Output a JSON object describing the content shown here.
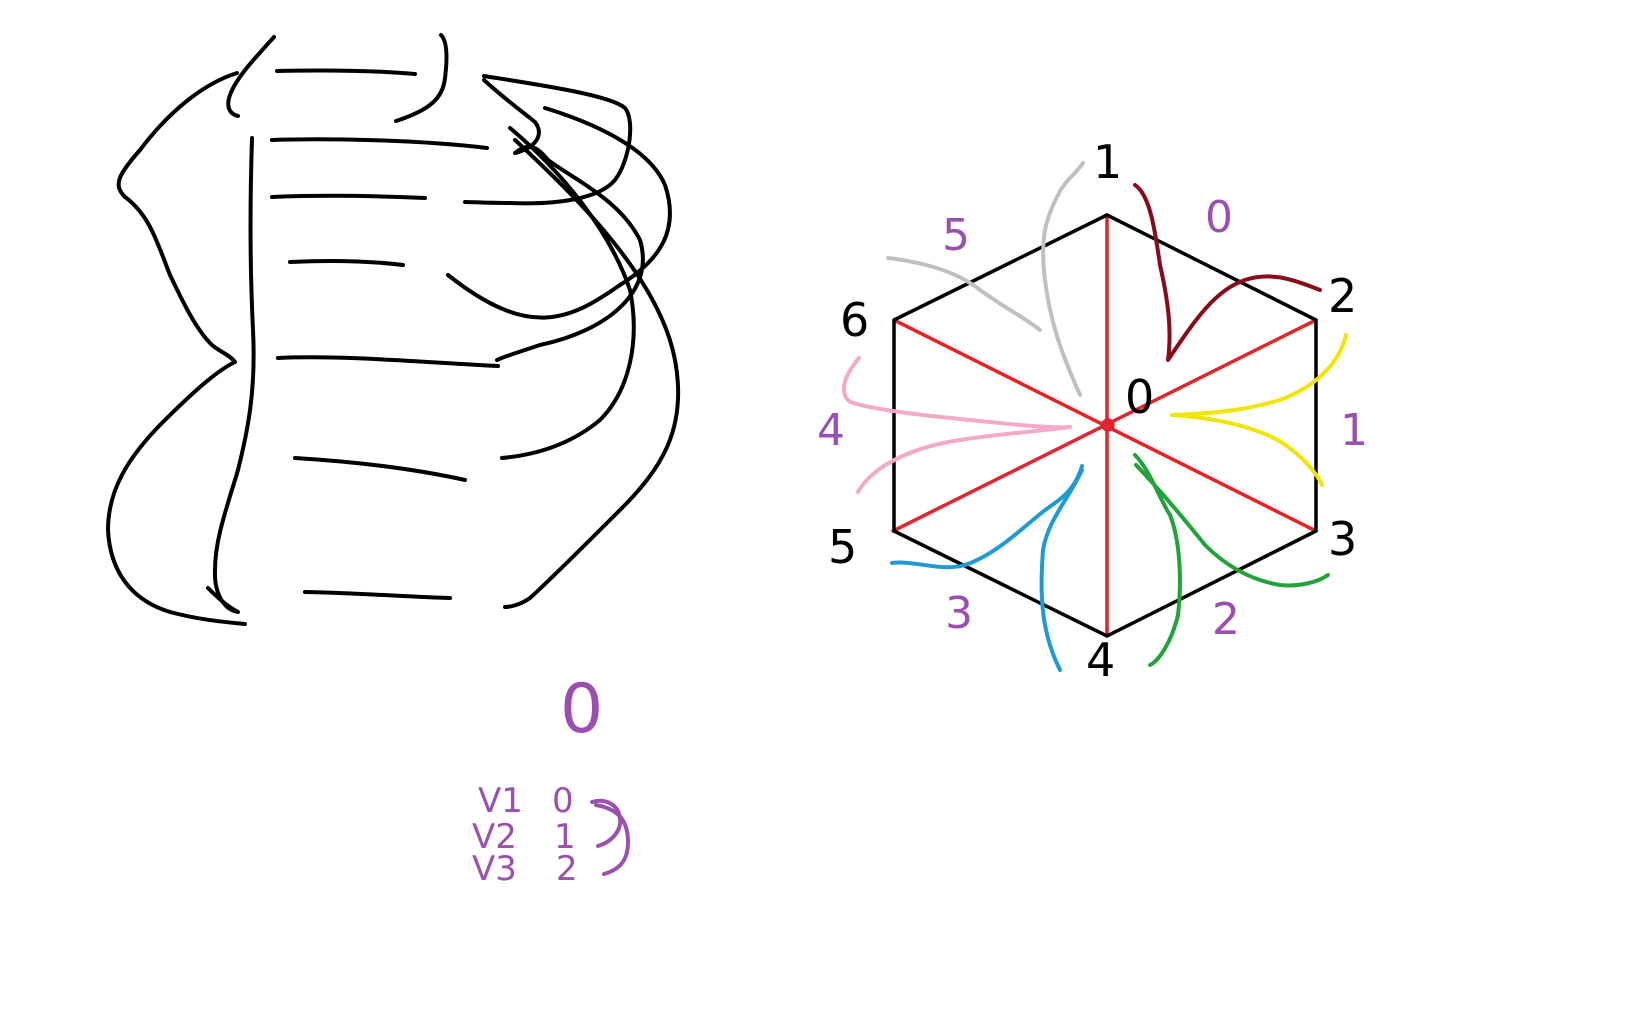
{
  "colors": {
    "ink": "#000000",
    "spoke": "#e0262c",
    "label_purple": "#9b4fb0",
    "curve_darkred": "#8b0a1a",
    "curve_gray": "#c0c0c0",
    "curve_pink": "#f4a9c8",
    "curve_yellow": "#f2e600",
    "curve_blue": "#1e9ad6",
    "curve_green": "#22a33a"
  },
  "hexagon": {
    "center_label": "0",
    "vertex_labels": [
      "1",
      "2",
      "3",
      "4",
      "5",
      "6"
    ],
    "edge_labels": [
      "0",
      "1",
      "2",
      "3",
      "4",
      "5"
    ]
  },
  "bottom_note": {
    "big_label": "0",
    "rows": [
      {
        "name": "V1",
        "value": "0"
      },
      {
        "name": "V2",
        "value": "1"
      },
      {
        "name": "V3",
        "value": "2"
      }
    ]
  }
}
